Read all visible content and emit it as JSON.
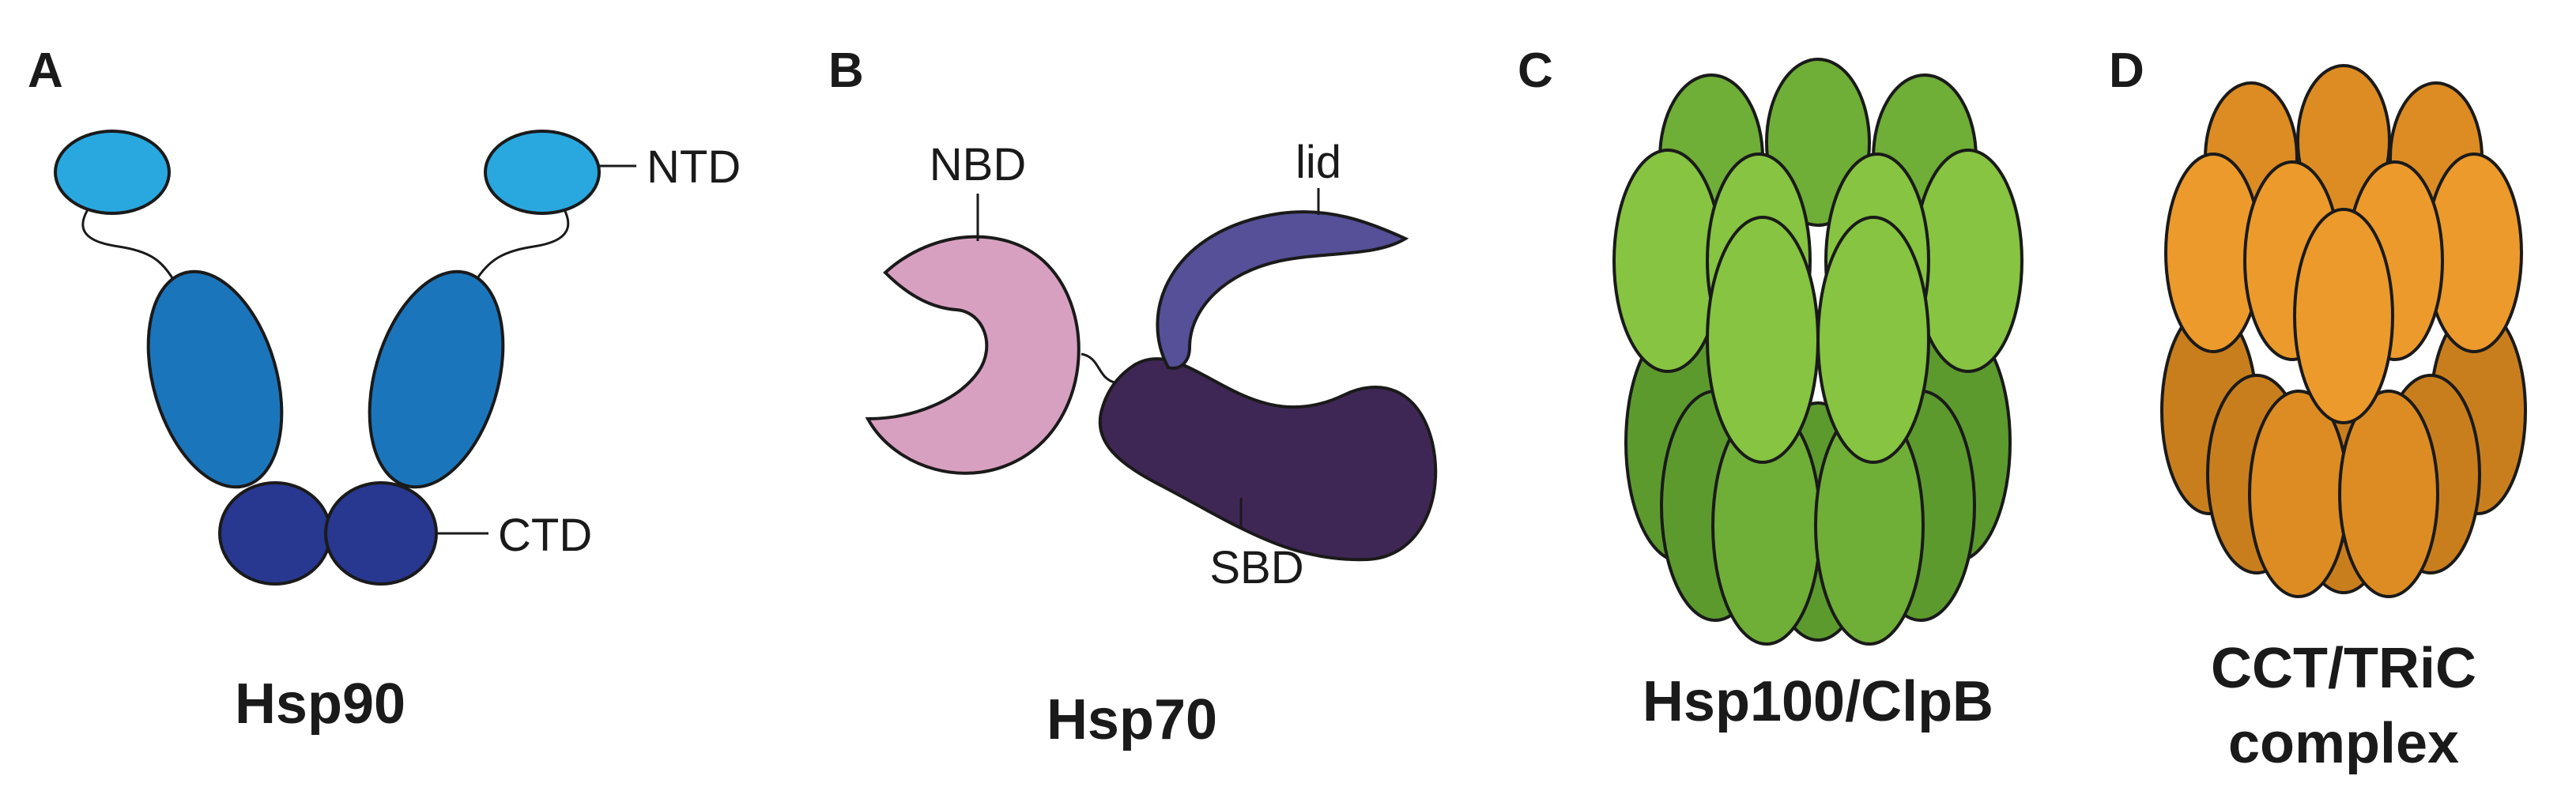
{
  "panels": [
    {
      "letter": "A",
      "title": "Hsp90",
      "labels": {
        "ntd": "NTD",
        "ctd": "CTD"
      }
    },
    {
      "letter": "B",
      "title": "Hsp70",
      "labels": {
        "nbd": "NBD",
        "lid": "lid",
        "sbd": "SBD"
      }
    },
    {
      "letter": "C",
      "title": "Hsp100/ClpB"
    },
    {
      "letter": "D",
      "title_line1": "CCT/TRiC",
      "title_line2": "complex"
    }
  ],
  "colors": {
    "hsp90_ntd": "#29a8e0",
    "hsp90_middle": "#1b75bb",
    "hsp90_ctd": "#283891",
    "hsp70_nbd": "#d8a0c0",
    "hsp70_lid": "#555098",
    "hsp70_sbd": "#3f2755",
    "clpb_light": "#86c441",
    "clpb_mid": "#6fae37",
    "clpb_dark": "#5c9a2e",
    "cct_light": "#ec9a2b",
    "cct_mid": "#dc8c22",
    "cct_dark": "#c97e1d",
    "outline": "#1a1a1a"
  }
}
